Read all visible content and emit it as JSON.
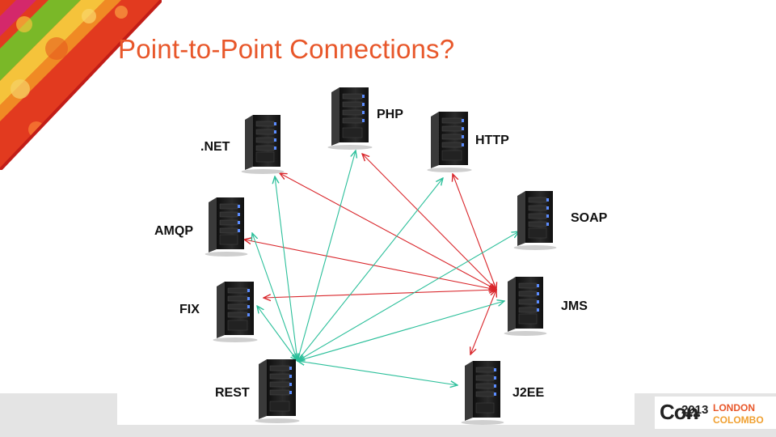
{
  "slide": {
    "title": "Point-to-Point Connections?"
  },
  "colors": {
    "title": "#e8572a",
    "red_link": "#d9262b",
    "green_link": "#2bbf9a",
    "server_body": "#1c1c1c"
  },
  "servers": [
    {
      "id": "php",
      "label": "PHP"
    },
    {
      "id": "http",
      "label": "HTTP"
    },
    {
      "id": "net",
      "label": ".NET"
    },
    {
      "id": "soap",
      "label": "SOAP"
    },
    {
      "id": "amqp",
      "label": "AMQP"
    },
    {
      "id": "jms",
      "label": "JMS"
    },
    {
      "id": "fix",
      "label": "FIX"
    },
    {
      "id": "rest",
      "label": "REST"
    },
    {
      "id": "j2ee",
      "label": "J2EE"
    }
  ],
  "connections": {
    "red_from_jms": [
      "net",
      "amqp",
      "fix",
      "php",
      "http",
      "j2ee"
    ],
    "green_from_rest": [
      "net",
      "amqp",
      "fix",
      "php",
      "http",
      "soap",
      "jms",
      "j2ee"
    ]
  },
  "logo": {
    "con": "Con",
    "year": "2013",
    "city1": "LONDON",
    "city2": "COLOMBO",
    "icon": "people-icon"
  }
}
